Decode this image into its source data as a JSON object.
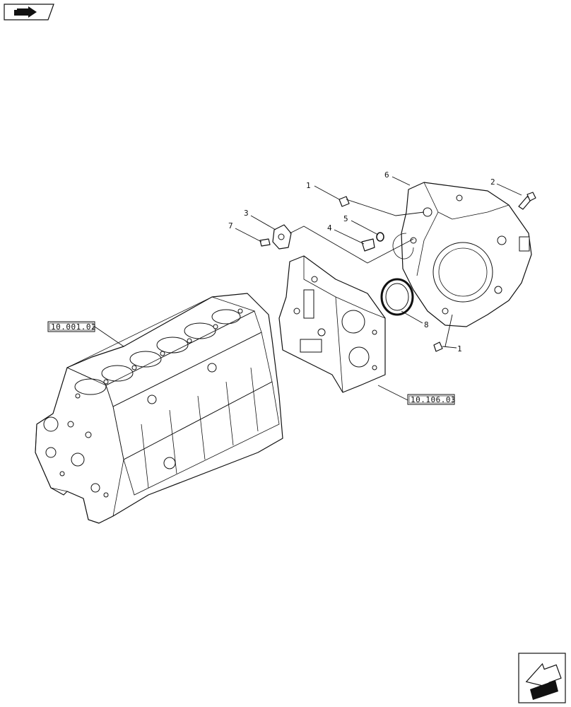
{
  "diagram": {
    "callouts": [
      {
        "id": "c1a",
        "text": "1"
      },
      {
        "id": "c1b",
        "text": "1"
      },
      {
        "id": "c2",
        "text": "2"
      },
      {
        "id": "c3",
        "text": "3"
      },
      {
        "id": "c4",
        "text": "4"
      },
      {
        "id": "c5",
        "text": "5"
      },
      {
        "id": "c6",
        "text": "6"
      },
      {
        "id": "c7",
        "text": "7"
      },
      {
        "id": "c8",
        "text": "8"
      }
    ],
    "references": [
      {
        "id": "r1",
        "text": "10.001.02"
      },
      {
        "id": "r2",
        "text": "10.106.03"
      }
    ]
  },
  "nav": {
    "top_icon": "previous-page-icon",
    "bottom_icon": "next-page-icon"
  },
  "colors": {
    "line": "#111111",
    "background": "#ffffff"
  }
}
